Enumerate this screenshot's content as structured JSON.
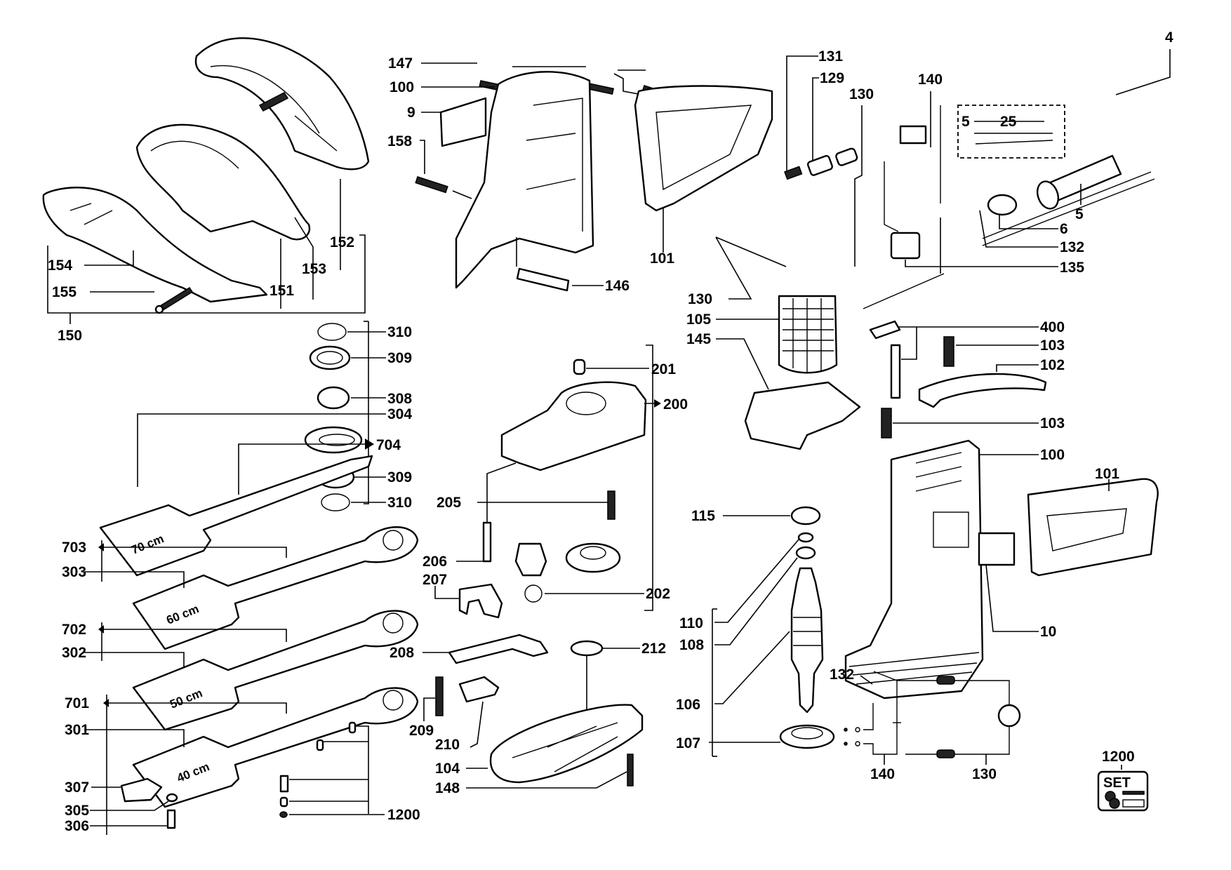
{
  "title": "Hedge trimmer exploded parts diagram",
  "labels": {
    "p147": "147",
    "p100a": "100",
    "p9": "9",
    "p158": "158",
    "p146": "146",
    "p101a": "101",
    "p154": "154",
    "p155": "155",
    "p150": "150",
    "p151": "151",
    "p153": "153",
    "p152": "152",
    "p131": "131",
    "p129": "129",
    "p130a": "130",
    "p140a": "140",
    "p4": "4",
    "p5": "5",
    "p6": "6",
    "p132a": "132",
    "p135": "135",
    "p130b": "130",
    "p105": "105",
    "p145": "145",
    "p400": "400",
    "p103a": "103",
    "p102": "102",
    "p103b": "103",
    "p100b": "100",
    "p101b": "101",
    "p10": "10",
    "p310a": "310",
    "p309a": "309",
    "p308": "308",
    "p304": "304",
    "p704": "704",
    "p309b": "309",
    "p310b": "310",
    "p703": "703",
    "p303": "303",
    "p702": "702",
    "p302": "302",
    "p701": "701",
    "p301": "301",
    "p307": "307",
    "p305": "305",
    "p306": "306",
    "p1200a": "1200",
    "p201": "201",
    "p200": "200",
    "p205": "205",
    "p206": "206",
    "p207": "207",
    "p202": "202",
    "p208": "208",
    "p212": "212",
    "p209": "209",
    "p210": "210",
    "p104": "104",
    "p148": "148",
    "p115": "115",
    "p110": "110",
    "p108": "108",
    "p106": "106",
    "p107": "107",
    "p132b": "132",
    "p140b": "140",
    "p130c": "130",
    "p1200b": "1200"
  },
  "inset": {
    "dim_a": "5",
    "dim_b": "25"
  },
  "blades": {
    "b70": "70 cm",
    "b60": "60 cm",
    "b50": "50 cm",
    "b40": "40 cm"
  },
  "set_badge": {
    "text": "SET"
  }
}
